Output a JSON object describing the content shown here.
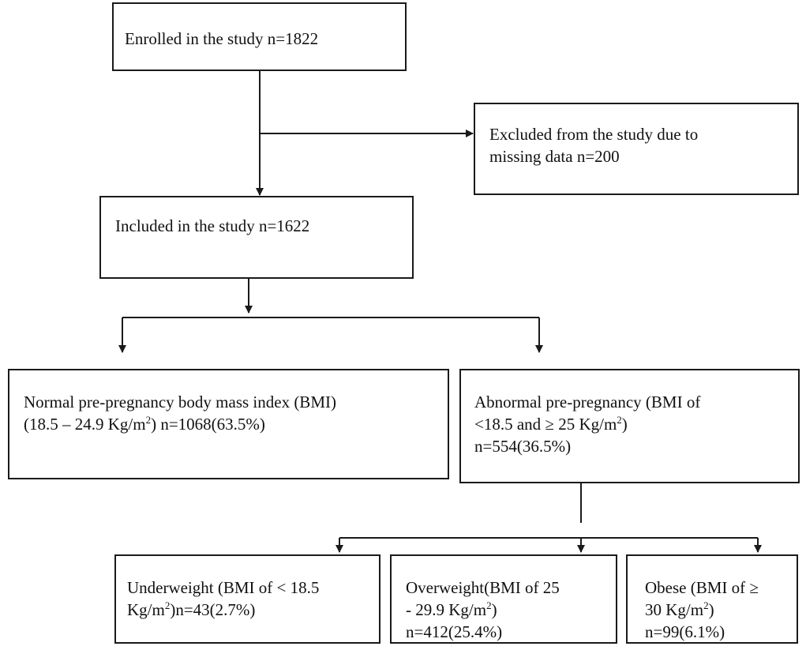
{
  "enrolled": {
    "text": "Enrolled in the study n=1822"
  },
  "excluded": {
    "line1": "Excluded from the study due to",
    "line2": "missing data n=200"
  },
  "included": {
    "text": "Included in the study n=1622"
  },
  "normal": {
    "line1": "Normal pre-pregnancy body mass index (BMI)",
    "line2_pre": "(18.5 – 24.9 Kg/m",
    "line2_sup": "2",
    "line2_post": ") n=1068(63.5%)"
  },
  "abnormal": {
    "line1": "Abnormal pre-pregnancy (BMI of",
    "line2_pre": "<18.5 and ≥ 25 Kg/m",
    "line2_sup": "2",
    "line2_post": ")",
    "line3": "n=554(36.5%)"
  },
  "underweight": {
    "line1": "Underweight (BMI of < 18.5",
    "line2_pre": "Kg/m",
    "line2_sup": "2",
    "line2_post": ")n=43(2.7%)"
  },
  "overweight": {
    "line1": "Overweight(BMI of 25",
    "line2_pre": "- 29.9 Kg/m",
    "line2_sup": "2",
    "line2_post": ")",
    "line3": "n=412(25.4%)"
  },
  "obese": {
    "line1": "Obese (BMI of ≥",
    "line2_pre": "30 Kg/m",
    "line2_sup": "2",
    "line2_post": ")",
    "line3": "n=99(6.1%)"
  },
  "colors": {
    "line": "#1a1a1a",
    "text": "#111111",
    "background": "#ffffff"
  }
}
